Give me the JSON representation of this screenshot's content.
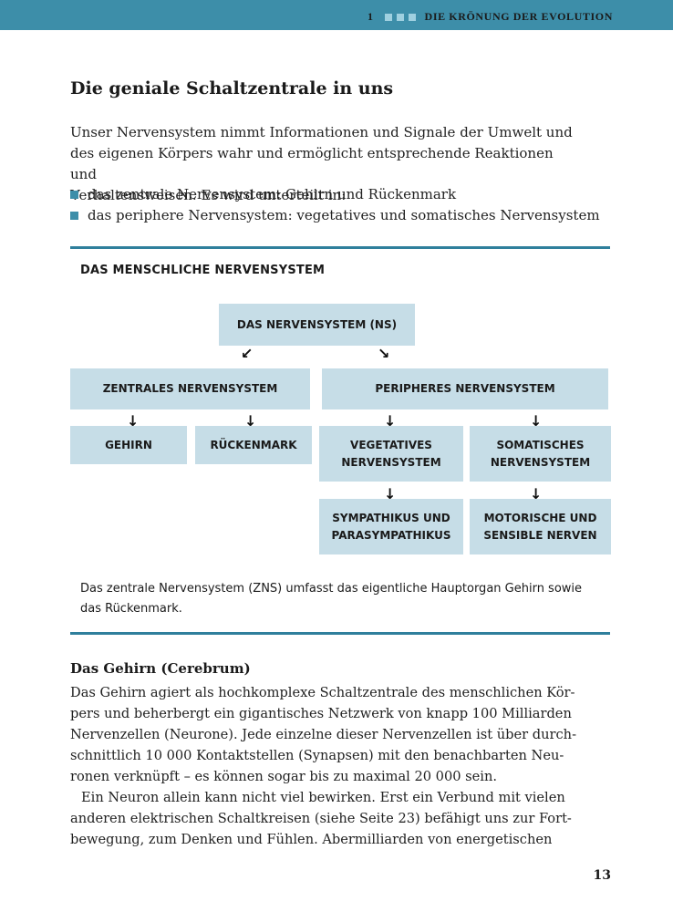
{
  "header": {
    "chapter_number": "1",
    "chapter_title": "DIE KRÖNUNG DER EVOLUTION"
  },
  "section": {
    "title": "Die geniale Schaltzentrale in uns",
    "intro_lines": [
      "Unser Nervensystem nimmt Informationen und Signale der Umwelt und",
      "des eigenen Körpers wahr und ermöglicht entsprechende Reaktionen und",
      "Verhaltensweisen. Es wird unterteilt in:"
    ],
    "bullets": [
      "das zentrale Nervensystem: Gehirn und Rückenmark",
      "das periphere Nervensystem: vegetatives und somatisches Nervensystem"
    ]
  },
  "diagram": {
    "title": "DAS MENSCHLICHE NERVENSYSTEM",
    "root": "DAS NERVENSYSTEM (NS)",
    "zns": "ZENTRALES NERVENSYSTEM",
    "pns": "PERIPHERES NERVENSYSTEM",
    "gehirn": "GEHIRN",
    "rueckenmark": "RÜCKENMARK",
    "vegetatives": "VEGETATIVES\nNERVENSYSTEM",
    "somatisches": "SOMATISCHES\nNERVENSYSTEM",
    "sympathikus": "SYMPATHIKUS UND\nPARASYMPATHIKUS",
    "motorische": "MOTORISCHE UND\nSENSIBLE NERVEN",
    "arrow_left": "↙",
    "arrow_right": "↘",
    "arrow_down": "↓",
    "caption_lines": [
      "Das zentrale Nervensystem (ZNS) umfasst das eigentliche Hauptorgan Gehirn sowie",
      "das Rückenmark."
    ]
  },
  "subsection": {
    "title": "Das Gehirn (Cerebrum)",
    "lines": [
      "Das Gehirn agiert als hochkomplexe Schaltzentrale des menschlichen Kör-",
      "pers und beherbergt ein gigantisches Netzwerk von knapp 100 Milliarden",
      "Nervenzellen (Neurone). Jede einzelne dieser Nervenzellen ist über durch-",
      "schnittlich 10 000 Kontaktstellen (Synapsen) mit den benachbarten Neu-",
      "ronen verknüpft – es können sogar bis zu maximal 20 000 sein.",
      "Ein Neuron allein kann nicht viel bewirken. Erst ein Verbund mit vielen",
      "anderen elektrischen Schaltkreisen (siehe Seite 23) befähigt uns zur Fort-",
      "bewegung, zum Denken und Fühlen. Abermilliarden von energetischen"
    ]
  },
  "page_number": "13",
  "colors": {
    "accent": "#3d8ea9",
    "box_fill": "#c6dde7"
  }
}
